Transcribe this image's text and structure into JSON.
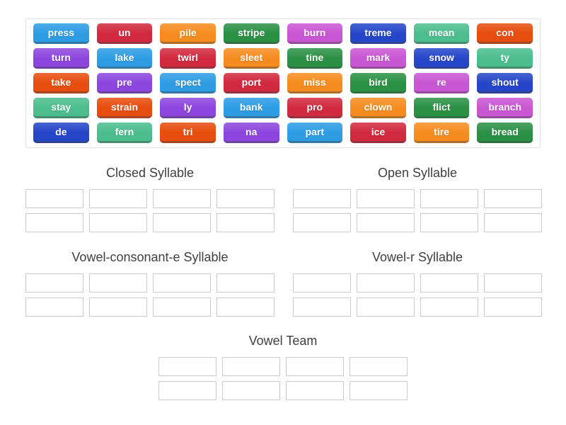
{
  "palette": {
    "blue": "#2d9ce3",
    "crimson": "#d1293e",
    "orange": "#f68c1f",
    "green": "#2a9044",
    "orchid": "#c956d3",
    "royal": "#2546c8",
    "seagreen": "#4cbd8d",
    "vermillion": "#e64d0e",
    "purple": "#8c46dd"
  },
  "board": {
    "tiles": [
      {
        "label": "press",
        "color": "blue"
      },
      {
        "label": "un",
        "color": "crimson"
      },
      {
        "label": "pile",
        "color": "orange"
      },
      {
        "label": "stripe",
        "color": "green"
      },
      {
        "label": "burn",
        "color": "orchid"
      },
      {
        "label": "treme",
        "color": "royal"
      },
      {
        "label": "mean",
        "color": "seagreen"
      },
      {
        "label": "con",
        "color": "vermillion"
      },
      {
        "label": "turn",
        "color": "purple"
      },
      {
        "label": "lake",
        "color": "blue"
      },
      {
        "label": "twirl",
        "color": "crimson"
      },
      {
        "label": "sleet",
        "color": "orange"
      },
      {
        "label": "tine",
        "color": "green"
      },
      {
        "label": "mark",
        "color": "orchid"
      },
      {
        "label": "snow",
        "color": "royal"
      },
      {
        "label": "ty",
        "color": "seagreen"
      },
      {
        "label": "take",
        "color": "vermillion"
      },
      {
        "label": "pre",
        "color": "purple"
      },
      {
        "label": "spect",
        "color": "blue"
      },
      {
        "label": "port",
        "color": "crimson"
      },
      {
        "label": "miss",
        "color": "orange"
      },
      {
        "label": "bird",
        "color": "green"
      },
      {
        "label": "re",
        "color": "orchid"
      },
      {
        "label": "shout",
        "color": "royal"
      },
      {
        "label": "stay",
        "color": "seagreen"
      },
      {
        "label": "strain",
        "color": "vermillion"
      },
      {
        "label": "ly",
        "color": "purple"
      },
      {
        "label": "bank",
        "color": "blue"
      },
      {
        "label": "pro",
        "color": "crimson"
      },
      {
        "label": "clown",
        "color": "orange"
      },
      {
        "label": "flict",
        "color": "green"
      },
      {
        "label": "branch",
        "color": "orchid"
      },
      {
        "label": "de",
        "color": "royal"
      },
      {
        "label": "fern",
        "color": "seagreen"
      },
      {
        "label": "tri",
        "color": "vermillion"
      },
      {
        "label": "na",
        "color": "purple"
      },
      {
        "label": "part",
        "color": "blue"
      },
      {
        "label": "ice",
        "color": "crimson"
      },
      {
        "label": "tire",
        "color": "orange"
      },
      {
        "label": "bread",
        "color": "green"
      }
    ]
  },
  "groups": [
    {
      "title": "Closed Syllable"
    },
    {
      "title": "Open Syllable"
    },
    {
      "title": "Vowel-consonant-e Syllable"
    },
    {
      "title": "Vowel-r Syllable"
    },
    {
      "title": "Vowel Team"
    }
  ],
  "slots_per_group": 8
}
